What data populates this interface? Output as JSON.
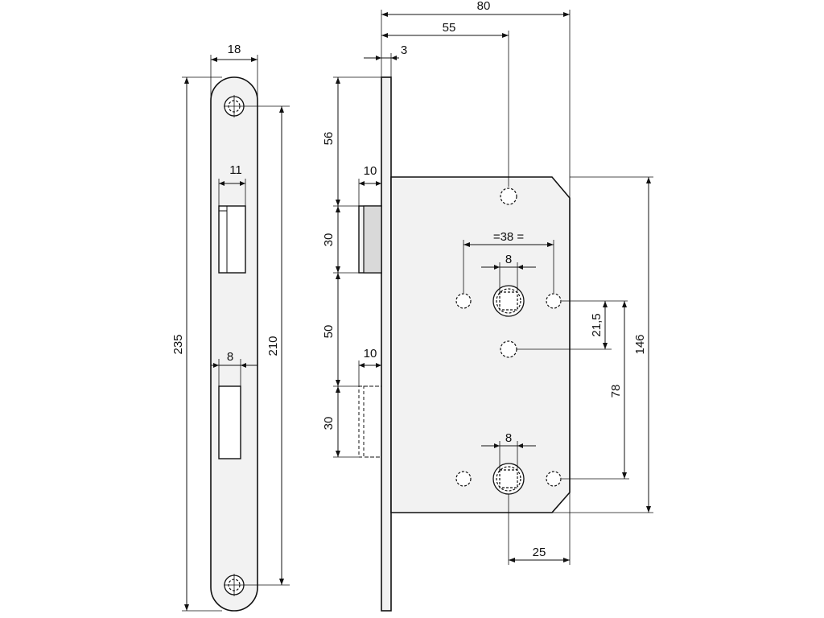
{
  "dimensions": {
    "faceplate_width": "18",
    "faceplate_length": "235",
    "fixing_hole_spacing": "210",
    "latch_slot_width": "11",
    "bolt_slot_width": "8",
    "total_depth": "80",
    "backset": "55",
    "faceplate_thickness": "3",
    "top_to_latch": "56",
    "latch_height": "30",
    "latch_projection": "10",
    "latch_to_bolt": "50",
    "bolt_projection": "10",
    "bolt_height": "30",
    "hole_spacing": "=38 =",
    "follower_square": "8",
    "follower_offset": "21,5",
    "center_distance": "78",
    "case_height": "146",
    "cylinder_square": "8",
    "hole_to_edge": "25"
  }
}
